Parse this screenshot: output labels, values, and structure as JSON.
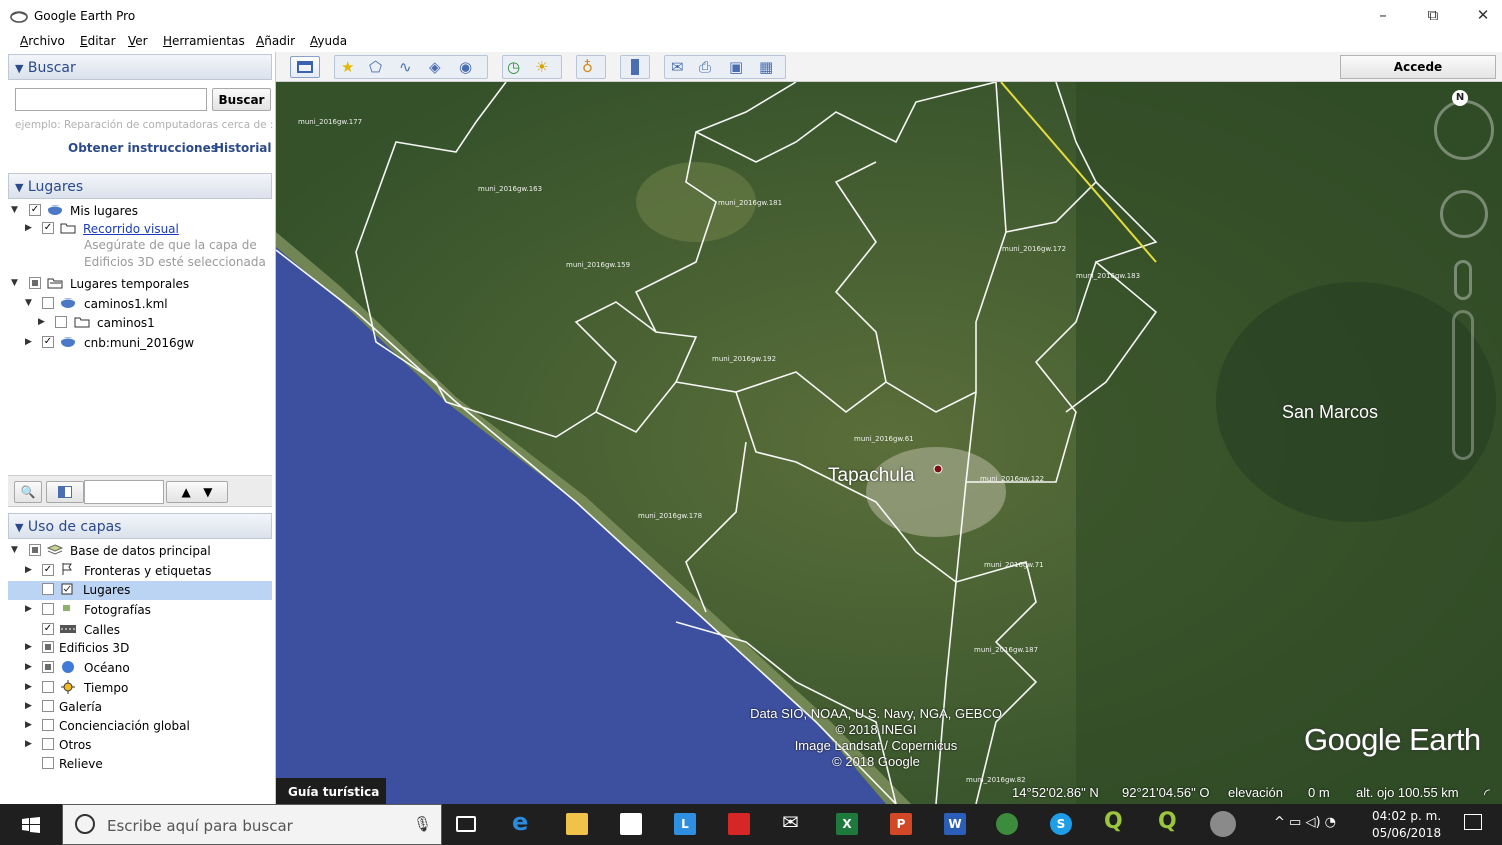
{
  "window": {
    "title": "Google Earth Pro",
    "minimize": "–",
    "restore": "⧉",
    "close": "✕"
  },
  "menu": [
    "Archivo",
    "Editar",
    "Ver",
    "Herramientas",
    "Añadir",
    "Ayuda"
  ],
  "search": {
    "header": "Buscar",
    "input_value": "",
    "button": "Buscar",
    "example": "ejemplo: Reparación de computadoras cerca de :",
    "link_directions": "Obtener instrucciones",
    "link_history": "Historial"
  },
  "places": {
    "header": "Lugares",
    "items": [
      {
        "label": "Mis lugares"
      },
      {
        "label": "Recorrido visual"
      },
      {
        "label": "Asegúrate de que la capa de"
      },
      {
        "label": "Edificios 3D esté seleccionada"
      },
      {
        "label": "Lugares temporales"
      },
      {
        "label": "caminos1.kml"
      },
      {
        "label": "caminos1"
      },
      {
        "label": "cnb:muni_2016gw"
      }
    ]
  },
  "layers": {
    "header": "Uso de capas",
    "items": [
      {
        "label": "Base de datos principal"
      },
      {
        "label": "Fronteras y etiquetas"
      },
      {
        "label": "Lugares"
      },
      {
        "label": "Fotografías"
      },
      {
        "label": "Calles"
      },
      {
        "label": "Edificios 3D"
      },
      {
        "label": "Océano"
      },
      {
        "label": "Tiempo"
      },
      {
        "label": "Galería"
      },
      {
        "label": "Concienciación global"
      },
      {
        "label": "Otros"
      },
      {
        "label": "Relieve"
      }
    ]
  },
  "toolbar": {
    "signin": "Accede"
  },
  "map": {
    "labels": [
      "muni_2016gw.177",
      "muni_2016gw.163",
      "muni_2016gw.181",
      "muni_2016gw.159",
      "muni_2016gw.172",
      "muni_2016gw.183",
      "muni_2016gw.192",
      "muni_2016gw.61",
      "muni_2016gw.122",
      "muni_2016gw.178",
      "muni_2016gw.71",
      "muni_2016gw.187",
      "muni_2016gw.82"
    ],
    "city_tapachula": "Tapachula",
    "city_sanmarcos": "San Marcos",
    "attribution": [
      "Data SIO, NOAA, U.S. Navy, NGA, GEBCO",
      "© 2018 INEGI",
      "Image Landsat / Copernicus",
      "© 2018 Google"
    ],
    "brand": "Google Earth",
    "compass_n": "N",
    "tour_guide": "Guía turística",
    "status": {
      "lat": "14°52'02.86\" N",
      "lon": "92°21'04.56\" O",
      "elev_label": "elevación",
      "elev": "0 m",
      "eye": "alt. ojo 100.55 km"
    }
  },
  "taskbar": {
    "search_placeholder": "Escribe aquí para buscar",
    "time": "04:02 p. m.",
    "date": "05/06/2018"
  }
}
